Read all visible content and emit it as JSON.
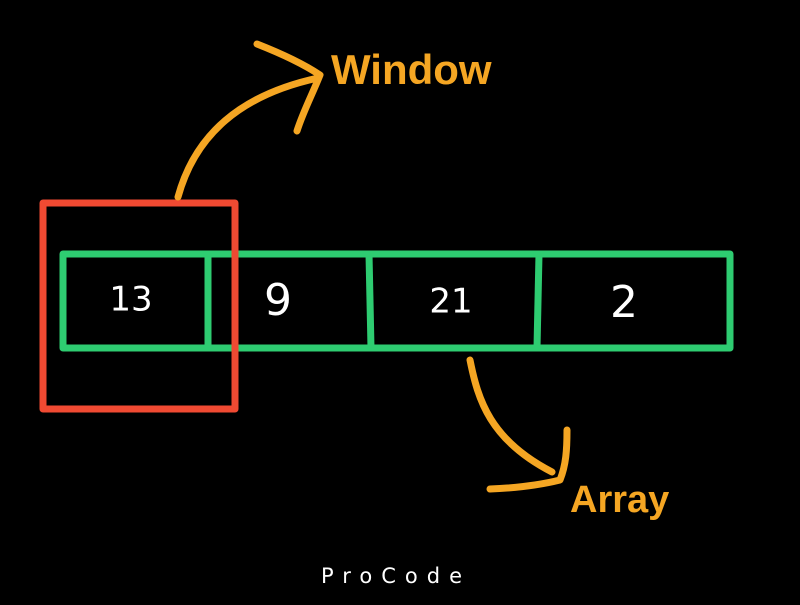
{
  "colors": {
    "background": "#000000",
    "array_border": "#2ecc71",
    "window_border": "#f04a32",
    "arrow": "#f5a623",
    "label": "#f5a623",
    "cell_text": "#ffffff"
  },
  "array": {
    "cells": [
      {
        "value": "13"
      },
      {
        "value": "9"
      },
      {
        "value": "21"
      },
      {
        "value": "2"
      }
    ]
  },
  "labels": {
    "window": "Window",
    "array": "Array"
  },
  "footer": {
    "brand": "ProCode"
  }
}
